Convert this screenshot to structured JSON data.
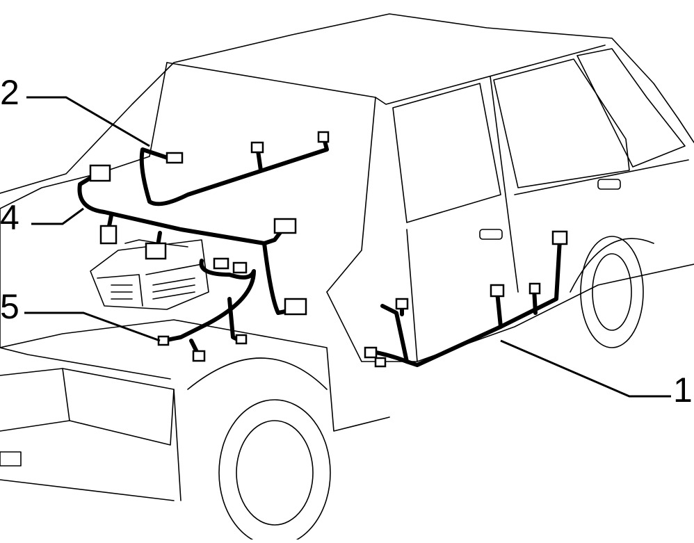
{
  "callouts": [
    {
      "id": "1",
      "text": "1"
    },
    {
      "id": "2",
      "text": "2"
    },
    {
      "id": "4",
      "text": "4"
    },
    {
      "id": "5",
      "text": "5"
    }
  ]
}
